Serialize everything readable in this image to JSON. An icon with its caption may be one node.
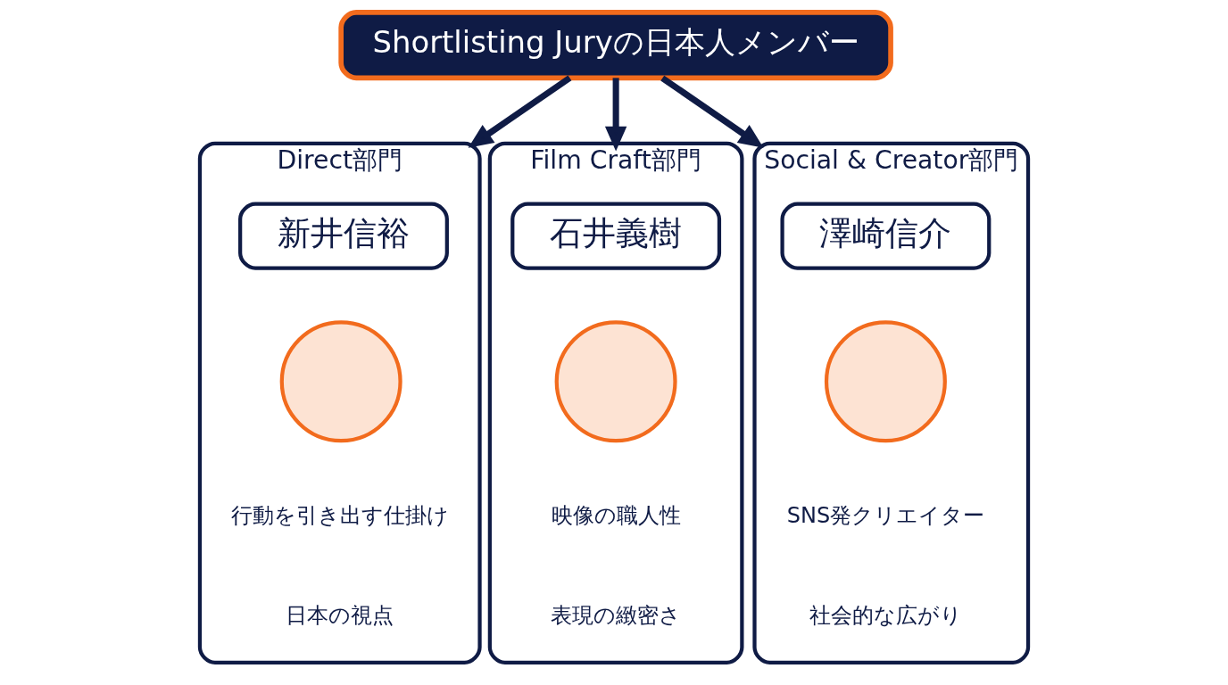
{
  "diagram": {
    "nodes": [
      {
        "text": [
          "Shortlisting Juryの日本人メンバー"
        ]
      },
      {
        "text": [
          "Direct部門"
        ]
      },
      {
        "text": [
          "新井信裕"
        ],
        "in": 1
      },
      {
        "text": [],
        "shape": "circle",
        "in": 1
      },
      {
        "text": [
          "行動を引き出す仕掛け"
        ],
        "in": 1
      },
      {
        "text": [
          "日本の視点"
        ],
        "in": 1
      },
      {
        "text": [
          "Film Craft部門"
        ]
      },
      {
        "text": [
          "石井義樹"
        ],
        "in": 6
      },
      {
        "text": [],
        "shape": "circle",
        "in": 6
      },
      {
        "text": [
          "映像の職人性"
        ],
        "in": 6
      },
      {
        "text": [
          "表現の緻密さ"
        ],
        "in": 6
      },
      {
        "text": [
          "Social & Creator部門"
        ]
      },
      {
        "text": [
          "澤崎信介"
        ],
        "in": 11
      },
      {
        "text": [],
        "shape": "circle",
        "in": 11
      },
      {
        "text": [
          "SNS発クリエイター"
        ],
        "in": 11
      },
      {
        "text": [
          "社会的な広がり"
        ],
        "in": 11
      }
    ],
    "edges": [
      {
        "from": 0,
        "to": 1,
        "arrow": "to"
      },
      {
        "from": 0,
        "to": 6,
        "arrow": "to"
      },
      {
        "from": 0,
        "to": 11,
        "arrow": "to"
      }
    ]
  }
}
